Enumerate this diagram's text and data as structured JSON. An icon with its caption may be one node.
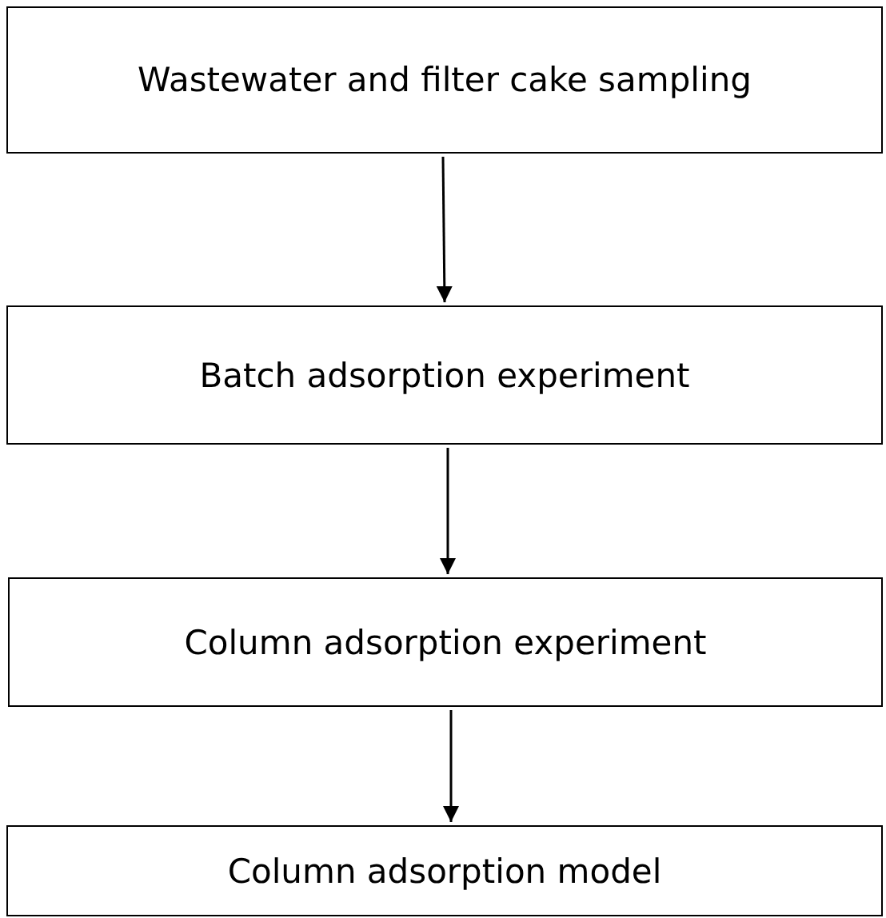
{
  "diagram": {
    "nodes": [
      {
        "text": [
          "Wastewater and filter cake sampling"
        ]
      },
      {
        "text": [
          "Batch adsorption experiment"
        ]
      },
      {
        "text": [
          "Column adsorption experiment"
        ]
      },
      {
        "text": [
          "Column adsorption model"
        ]
      }
    ],
    "edges": [
      {
        "from": 0,
        "to": 1,
        "arrow": "to"
      },
      {
        "from": 1,
        "to": 2,
        "arrow": "to"
      },
      {
        "from": 2,
        "to": 3,
        "arrow": "to"
      }
    ]
  }
}
